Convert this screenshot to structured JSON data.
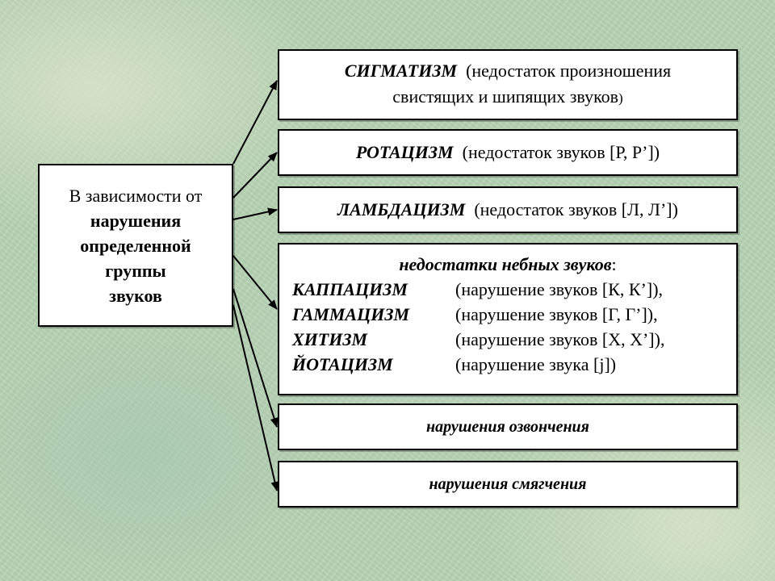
{
  "source": {
    "line1": "В зависимости от",
    "line2": "нарушения",
    "line3": "определенной",
    "line4": "группы",
    "line5": "звуков"
  },
  "targets": {
    "sigmatism": {
      "term": "СИГМАТИЗМ",
      "desc_a": "(недостаток произношения",
      "desc_b": "свистящих и шипящих звуков",
      "desc_c": ")"
    },
    "rotacism": {
      "term": "РОТАЦИЗМ",
      "desc": "(недостаток звуков [Р, Р’])"
    },
    "lambdacism": {
      "term": "ЛАМБДАЦИЗМ",
      "desc": "(недостаток звуков [Л, Л’])"
    },
    "palatal": {
      "heading": "недостатки небных звуков",
      "heading_suffix": ":",
      "rows": [
        {
          "term": "КАППАЦИЗМ",
          "desc": "(нарушение звуков [К, К’]),"
        },
        {
          "term": "ГАММАЦИЗМ",
          "desc": "(нарушение звуков [Г, Г’]),"
        },
        {
          "term": "ХИТИЗМ",
          "desc": "(нарушение звуков [Х, Х’]),"
        },
        {
          "term": "ЙОТАЦИЗМ",
          "desc": "(нарушение звука [j])"
        }
      ]
    },
    "voicing": {
      "label": "нарушения озвончения"
    },
    "softening": {
      "label": "нарушения смягчения"
    }
  },
  "colors": {
    "box_fill": "#ffffff",
    "border": "#000000"
  }
}
